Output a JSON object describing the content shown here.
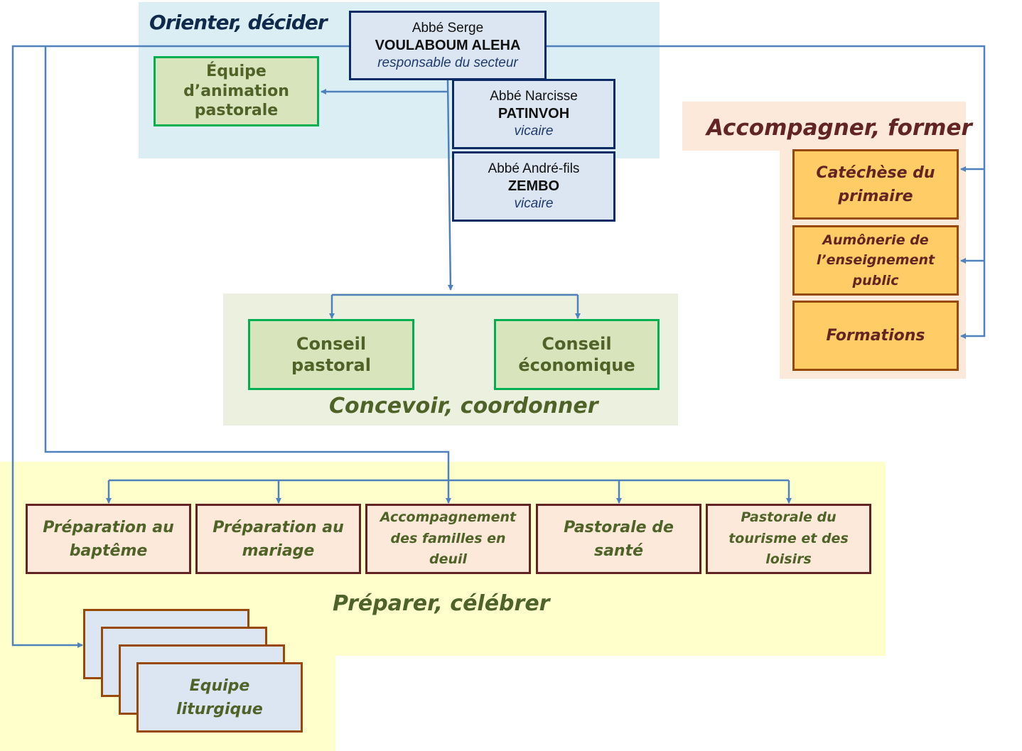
{
  "zones": {
    "orienter": "Orienter, décider",
    "accompagner": "Accompagner, former",
    "concevoir": "Concevoir, coordonner",
    "preparer": "Préparer, célébrer"
  },
  "people": [
    {
      "first": "Abbé Serge",
      "last": "VOULABOUM ALEHA",
      "role": "responsable du secteur"
    },
    {
      "first": "Abbé Narcisse",
      "last": "PATINVOH",
      "role": "vicaire"
    },
    {
      "first": "Abbé André-fils",
      "last": "ZEMBO",
      "role": "vicaire"
    }
  ],
  "eap": {
    "line1": "Équipe",
    "line2": "d’animation",
    "line3": "pastorale"
  },
  "councils": [
    {
      "line1": "Conseil",
      "line2": "pastoral"
    },
    {
      "line1": "Conseil",
      "line2": "économique"
    }
  ],
  "accompagner_items": [
    {
      "line1": "Catéchèse du",
      "line2": "primaire"
    },
    {
      "line1": "Aumônerie de",
      "line2": "l’enseignement",
      "line3": "public"
    },
    {
      "line1": "Formations"
    }
  ],
  "preparer_items": [
    {
      "line1": "Préparation au",
      "line2": "baptême"
    },
    {
      "line1": "Préparation au",
      "line2": "mariage"
    },
    {
      "line1": "Accompagnement",
      "line2": "des familles en",
      "line3": "deuil"
    },
    {
      "line1": "Pastorale de",
      "line2": "santé"
    },
    {
      "line1": "Pastorale du",
      "line2": "tourisme et des",
      "line3": "loisirs"
    }
  ],
  "liturgie": {
    "line1": "Equipe",
    "line2": "liturgique"
  },
  "colors": {
    "connector": "#4f81bd",
    "orienter_bg": "#dbeef4",
    "concevoir_bg": "#ebf1de",
    "accompagner_bg": "#fde9d9",
    "preparer_bg": "#ffffcc"
  }
}
